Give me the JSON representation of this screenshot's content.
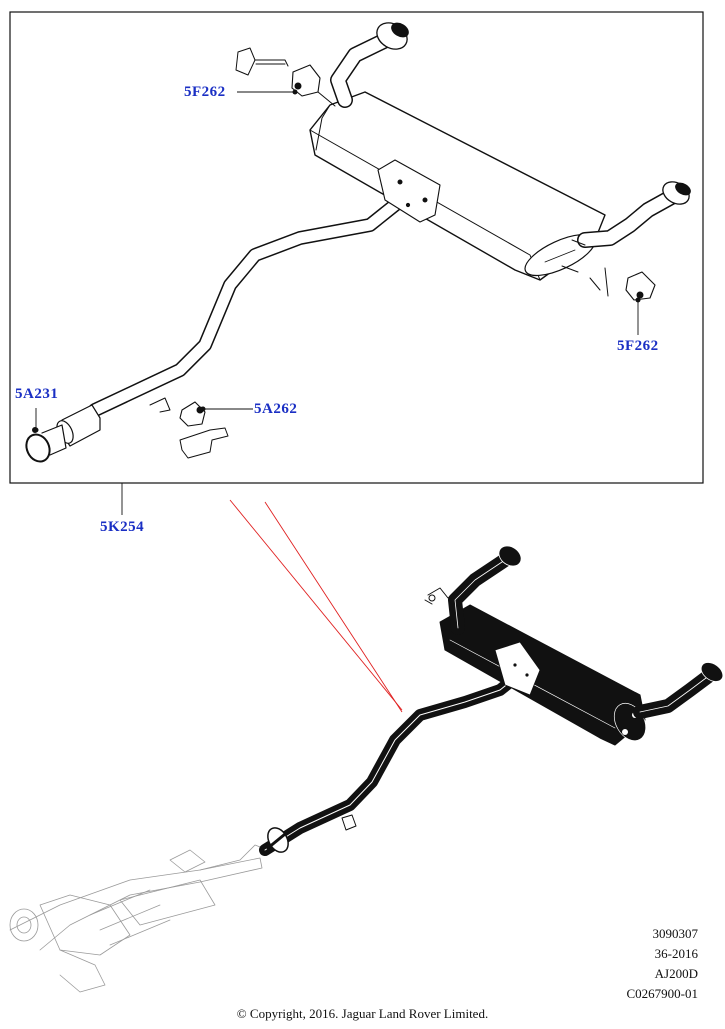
{
  "callouts": {
    "c1": "5F262",
    "c2": "5F262",
    "c3": "5A231",
    "c4": "5A262",
    "c5": "5K254"
  },
  "meta": {
    "line1": "3090307",
    "line2": "36-2016",
    "line3": "AJ200D",
    "line4": "C0267900-01"
  },
  "copyright": "© Copyright, 2016. Jaguar Land Rover Limited.",
  "colors": {
    "callout": "#1a2fc4",
    "leader_red": "#e02020",
    "ink": "#111111"
  }
}
